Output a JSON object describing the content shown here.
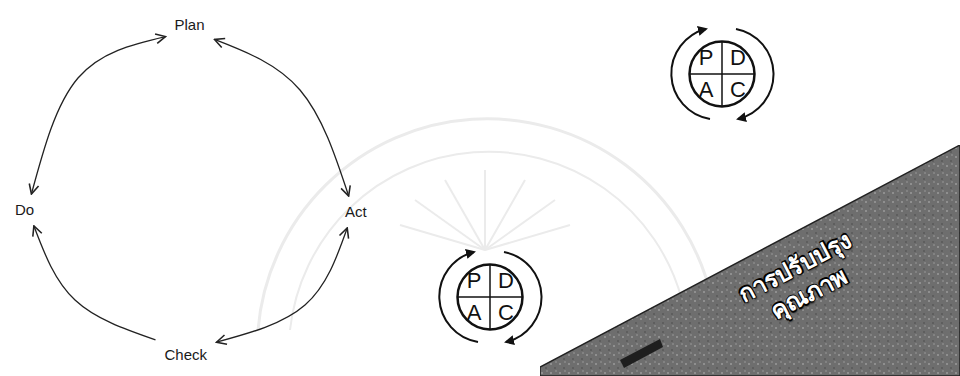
{
  "diagram": {
    "nodes": [
      {
        "text": [
          "Plan"
        ]
      },
      {
        "text": [
          "Do"
        ]
      },
      {
        "text": [
          "Act"
        ]
      },
      {
        "text": [
          "Check"
        ]
      },
      {
        "text": [
          "P",
          "D",
          "A",
          "C"
        ]
      },
      {
        "text": [
          "P",
          "D",
          "A",
          "C"
        ]
      },
      {
        "text": [
          "การปรับปรุง คุณภาพ"
        ]
      }
    ],
    "edges": [
      {
        "from": 0,
        "to": 1,
        "arrow": "both"
      },
      {
        "from": 0,
        "to": 2,
        "arrow": "both"
      },
      {
        "from": 2,
        "to": 3,
        "arrow": "both"
      },
      {
        "from": 3,
        "to": 1,
        "arrow": "to"
      }
    ]
  }
}
